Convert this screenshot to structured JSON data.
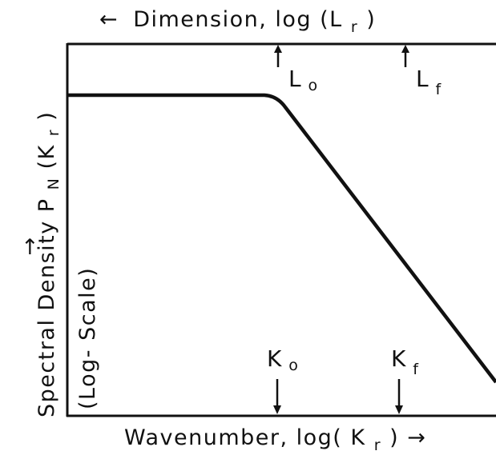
{
  "top_axis": {
    "arrow": "←",
    "text": "Dimension, log (L",
    "sub": "r",
    "close": ")"
  },
  "y_axis": {
    "arrow": "↑",
    "text": "Spectral Density P",
    "sub_n": "N",
    "paren_open": " (K",
    "sub_r": "r",
    "paren_close": ")",
    "scale_note": "(Log- Scale)"
  },
  "bottom_axis": {
    "text": "Wavenumber, log( K",
    "sub": "r",
    "close": ") ",
    "arrow": "→"
  },
  "markers": {
    "lo": {
      "main": "L",
      "sub": "o"
    },
    "lf": {
      "main": "L",
      "sub": "f"
    },
    "ko": {
      "main": "K",
      "sub": "o"
    },
    "kf": {
      "main": "K",
      "sub": "f"
    }
  },
  "colors": {
    "ink": "#111111",
    "background": "#ffffff"
  }
}
